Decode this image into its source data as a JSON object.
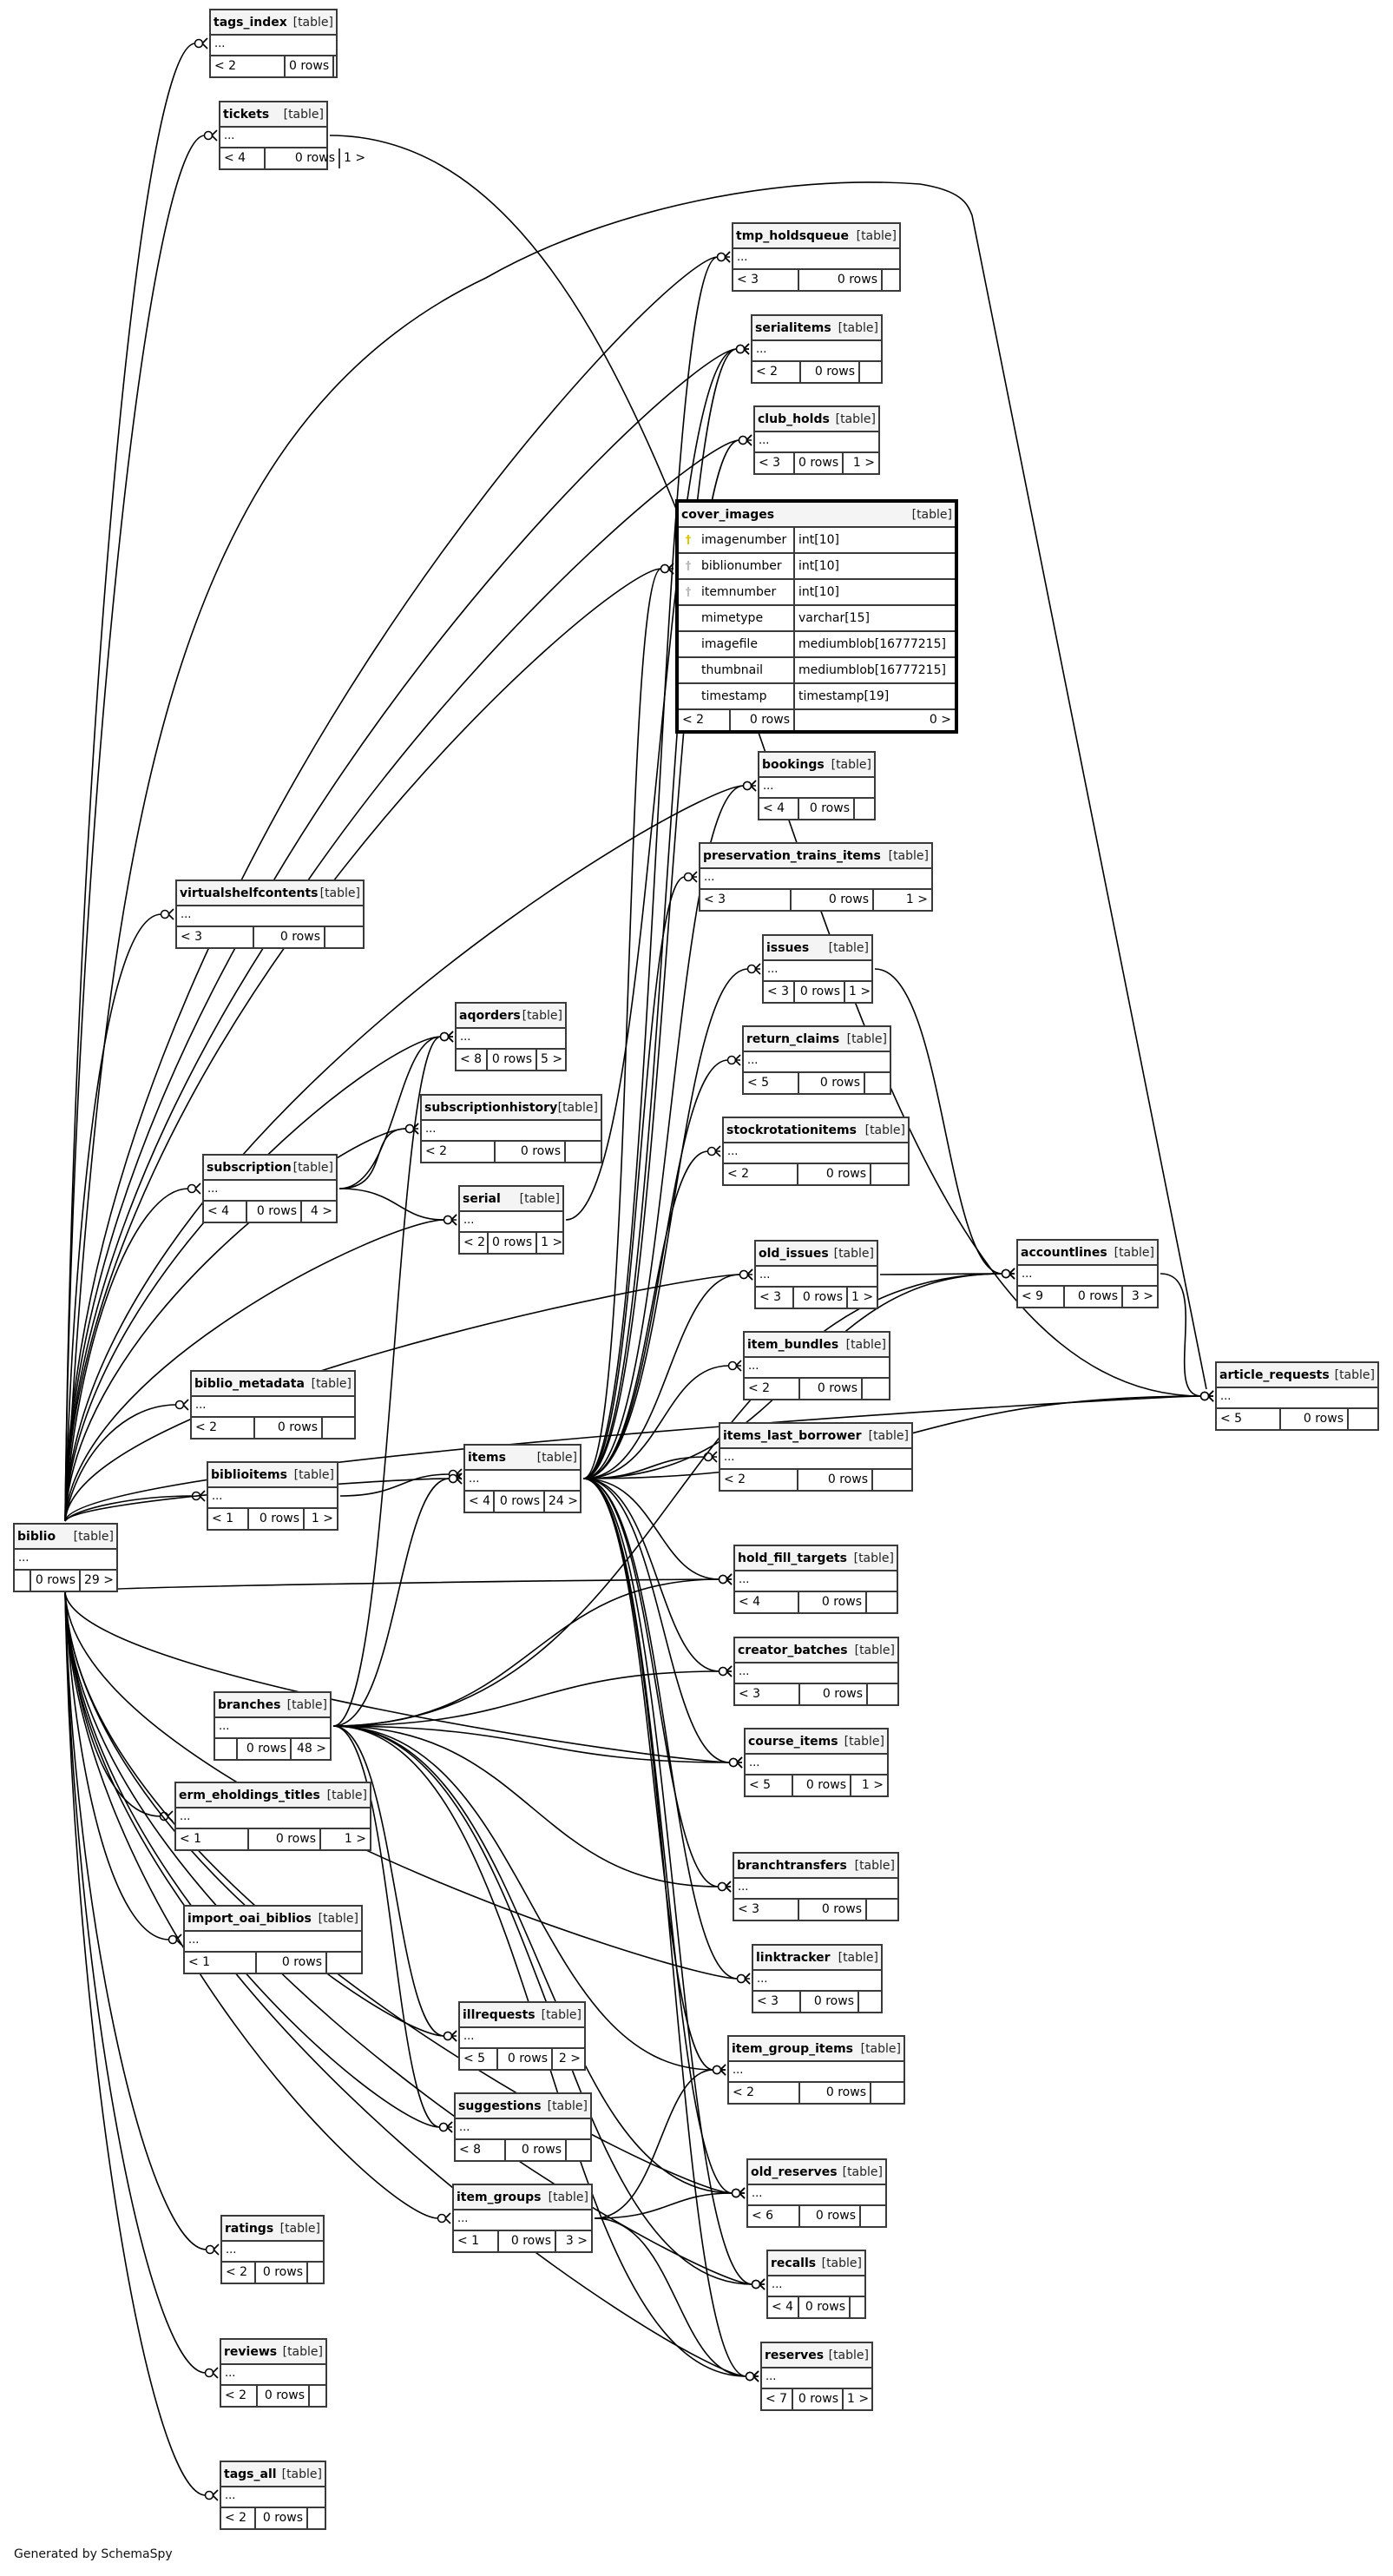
{
  "diagram": {
    "footer": "Generated by SchemaSpy",
    "type_label": "[table]",
    "ellipsis": "...",
    "focus_table": {
      "name": "cover_images",
      "columns": [
        {
          "name": "imagenumber",
          "type": "int[10]",
          "key": "primary"
        },
        {
          "name": "biblionumber",
          "type": "int[10]",
          "key": "foreign"
        },
        {
          "name": "itemnumber",
          "type": "int[10]",
          "key": "foreign"
        },
        {
          "name": "mimetype",
          "type": "varchar[15]",
          "key": ""
        },
        {
          "name": "imagefile",
          "type": "mediumblob[16777215]",
          "key": ""
        },
        {
          "name": "thumbnail",
          "type": "mediumblob[16777215]",
          "key": ""
        },
        {
          "name": "timestamp",
          "type": "timestamp[19]",
          "key": ""
        }
      ],
      "parents": "< 2",
      "rows": "0 rows",
      "children": "0 >"
    },
    "tables": [
      {
        "name": "tags_index",
        "parents": "< 2",
        "rows": "0 rows",
        "children": ""
      },
      {
        "name": "tickets",
        "parents": "< 4",
        "rows": "0 rows",
        "children": "1 >"
      },
      {
        "name": "tmp_holdsqueue",
        "parents": "< 3",
        "rows": "0 rows",
        "children": ""
      },
      {
        "name": "serialitems",
        "parents": "< 2",
        "rows": "0 rows",
        "children": ""
      },
      {
        "name": "club_holds",
        "parents": "< 3",
        "rows": "0 rows",
        "children": "1 >"
      },
      {
        "name": "bookings",
        "parents": "< 4",
        "rows": "0 rows",
        "children": ""
      },
      {
        "name": "preservation_trains_items",
        "parents": "< 3",
        "rows": "0 rows",
        "children": "1 >"
      },
      {
        "name": "issues",
        "parents": "< 3",
        "rows": "0 rows",
        "children": "1 >"
      },
      {
        "name": "return_claims",
        "parents": "< 5",
        "rows": "0 rows",
        "children": ""
      },
      {
        "name": "stockrotationitems",
        "parents": "< 2",
        "rows": "0 rows",
        "children": ""
      },
      {
        "name": "old_issues",
        "parents": "< 3",
        "rows": "0 rows",
        "children": "1 >"
      },
      {
        "name": "item_bundles",
        "parents": "< 2",
        "rows": "0 rows",
        "children": ""
      },
      {
        "name": "items_last_borrower",
        "parents": "< 2",
        "rows": "0 rows",
        "children": ""
      },
      {
        "name": "hold_fill_targets",
        "parents": "< 4",
        "rows": "0 rows",
        "children": ""
      },
      {
        "name": "creator_batches",
        "parents": "< 3",
        "rows": "0 rows",
        "children": ""
      },
      {
        "name": "course_items",
        "parents": "< 5",
        "rows": "0 rows",
        "children": "1 >"
      },
      {
        "name": "branchtransfers",
        "parents": "< 3",
        "rows": "0 rows",
        "children": ""
      },
      {
        "name": "linktracker",
        "parents": "< 3",
        "rows": "0 rows",
        "children": ""
      },
      {
        "name": "item_group_items",
        "parents": "< 2",
        "rows": "0 rows",
        "children": ""
      },
      {
        "name": "old_reserves",
        "parents": "< 6",
        "rows": "0 rows",
        "children": ""
      },
      {
        "name": "recalls",
        "parents": "< 4",
        "rows": "0 rows",
        "children": ""
      },
      {
        "name": "reserves",
        "parents": "< 7",
        "rows": "0 rows",
        "children": "1 >"
      },
      {
        "name": "accountlines",
        "parents": "< 9",
        "rows": "0 rows",
        "children": "3 >"
      },
      {
        "name": "article_requests",
        "parents": "< 5",
        "rows": "0 rows",
        "children": ""
      },
      {
        "name": "virtualshelfcontents",
        "parents": "< 3",
        "rows": "0 rows",
        "children": ""
      },
      {
        "name": "aqorders",
        "parents": "< 8",
        "rows": "0 rows",
        "children": "5 >"
      },
      {
        "name": "subscriptionhistory",
        "parents": "< 2",
        "rows": "0 rows",
        "children": ""
      },
      {
        "name": "subscription",
        "parents": "< 4",
        "rows": "0 rows",
        "children": "4 >"
      },
      {
        "name": "serial",
        "parents": "< 2",
        "rows": "0 rows",
        "children": "1 >"
      },
      {
        "name": "biblio_metadata",
        "parents": "< 2",
        "rows": "0 rows",
        "children": ""
      },
      {
        "name": "biblioitems",
        "parents": "< 1",
        "rows": "0 rows",
        "children": "1 >"
      },
      {
        "name": "items",
        "parents": "< 4",
        "rows": "0 rows",
        "children": "24 >"
      },
      {
        "name": "biblio",
        "parents": "",
        "rows": "0 rows",
        "children": "29 >"
      },
      {
        "name": "branches",
        "parents": "",
        "rows": "0 rows",
        "children": "48 >"
      },
      {
        "name": "erm_eholdings_titles",
        "parents": "< 1",
        "rows": "0 rows",
        "children": "1 >"
      },
      {
        "name": "import_oai_biblios",
        "parents": "< 1",
        "rows": "0 rows",
        "children": ""
      },
      {
        "name": "illrequests",
        "parents": "< 5",
        "rows": "0 rows",
        "children": "2 >"
      },
      {
        "name": "suggestions",
        "parents": "< 8",
        "rows": "0 rows",
        "children": ""
      },
      {
        "name": "item_groups",
        "parents": "< 1",
        "rows": "0 rows",
        "children": "3 >"
      },
      {
        "name": "ratings",
        "parents": "< 2",
        "rows": "0 rows",
        "children": ""
      },
      {
        "name": "reviews",
        "parents": "< 2",
        "rows": "0 rows",
        "children": ""
      },
      {
        "name": "tags_all",
        "parents": "< 2",
        "rows": "0 rows",
        "children": ""
      }
    ]
  }
}
